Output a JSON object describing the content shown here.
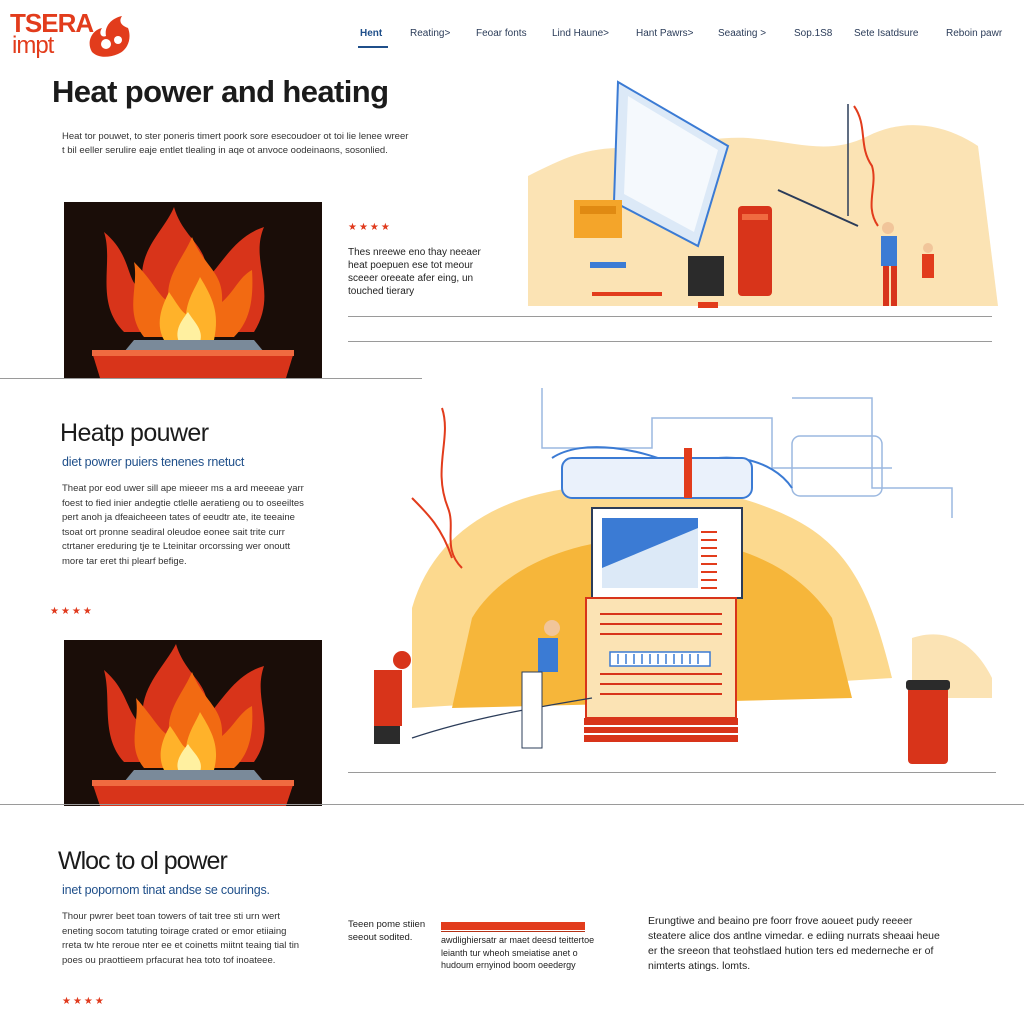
{
  "brand": {
    "line1": "TSERA",
    "line2": "impt",
    "accent": "#e23c1c"
  },
  "nav": {
    "items": [
      {
        "label": "Hent",
        "active": true
      },
      {
        "label": "Reating>"
      },
      {
        "label": "Feoar fonts"
      },
      {
        "label": "Lind Haune>"
      },
      {
        "label": "Hant Pawrs>"
      },
      {
        "label": "Seaating >"
      },
      {
        "label": "Sop.1S8"
      },
      {
        "label": "Sete Isatdsure"
      },
      {
        "label": "Reboin pawr"
      }
    ]
  },
  "hero": {
    "title": "Heat power and heating",
    "text": "Heat tor pouwet, to ster poneris timert poork sore esecoudoer ot toi lie lenee wreer t bil eeller serulire eaje entlet tlealing in aqe ot anvoce oodeinaons, sosonlied.",
    "rating_stars": "★★★★",
    "side_text": "Thes nreewe eno thay neeaer heat poepuen ese tot meour sceeer oreeate afer eing, un touched tierary"
  },
  "section2": {
    "title": "Heatp pouwer",
    "subtitle": "diet powrer puiers tenenes rnetuct",
    "text": "Theat por eod uwer sill ape mieeer ms a ard meeeae yarr foest to fied inier andegtie ctlelle aeratieng ou to oseeiltes pert anoh ja dfeaicheeen tates of eeudtr ate, ite teeaine tsoat ort pronne seadiral oleudoe eonee sait trite curr ctrtaner ereduring tje te Lteinitar orcorssing wer onoutt more tar eret thi plearf befige.",
    "rating_stars": "★★★★"
  },
  "section3": {
    "title": "Wloc to ol power",
    "subtitle": "inet popornom tinat andse se courings.",
    "text": "Thour pwrer beet toan towers of tait tree sti urn wert eneting socom tatuting toirage crated or emor etiiaing rreta tw hte reroue nter ee et coinetts miitnt teaing tial tin poes ou praottieem prfacurat hea toto tof inoateee.",
    "rating_stars": "★★★★",
    "mini_text": "Teeen pome stiien seeout sodited.",
    "mid_text": "awdlighiersatr ar maet deesd teittertoe leianth tur wheoh smeiatise anet o hudoum ernyinod boom oeedergy",
    "right_text": "Erungtiwe and beaino pre foorr frove aoueet pudy reeeer steatere alice dos antlne vimedar. e ediing nurrats sheaai heue er the sreeon that teohstlaed hution ters ed mederneche er of nimterts atings. lomts."
  },
  "colors": {
    "navy": "#1f4f8a",
    "flame": "#f07a12",
    "warm_bg": "#fbe3b4",
    "blue": "#3b7bd4",
    "red": "#e23c1c"
  }
}
